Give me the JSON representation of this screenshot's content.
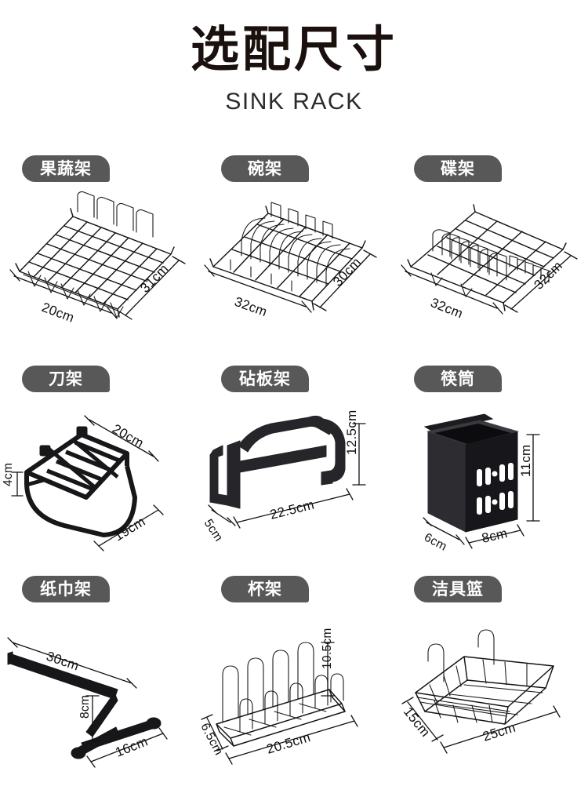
{
  "header": {
    "title": "选配尺寸",
    "subtitle": "SINK RACK"
  },
  "products": [
    {
      "name": "果蔬架",
      "name_en": "fruit-vegetable-rack",
      "dims": {
        "d1": "20cm",
        "d2": "31cm"
      }
    },
    {
      "name": "碗架",
      "name_en": "bowl-rack",
      "dims": {
        "d1": "32cm",
        "d2": "30cm"
      }
    },
    {
      "name": "碟架",
      "name_en": "plate-rack",
      "dims": {
        "d1": "32cm",
        "d2": "32cm"
      }
    },
    {
      "name": "刀架",
      "name_en": "knife-rack",
      "dims": {
        "d1": "20cm",
        "d2": "19cm",
        "d3": "4cm"
      }
    },
    {
      "name": "砧板架",
      "name_en": "cutting-board-rack",
      "dims": {
        "d1": "22.5cm",
        "d2": "12.5cm",
        "d3": "5cm"
      }
    },
    {
      "name": "筷筒",
      "name_en": "chopstick-holder",
      "dims": {
        "d1": "8cm",
        "d2": "6cm",
        "d3": "11cm"
      }
    },
    {
      "name": "纸巾架",
      "name_en": "paper-towel-rack",
      "dims": {
        "d1": "30cm",
        "d2": "8cm",
        "d3": "16cm"
      }
    },
    {
      "name": "杯架",
      "name_en": "cup-rack",
      "dims": {
        "d1": "20.5cm",
        "d2": "10.5cm",
        "d3": "6.5cm"
      }
    },
    {
      "name": "洁具篮",
      "name_en": "cleaning-basket",
      "dims": {
        "d1": "25cm",
        "d2": "15cm"
      }
    }
  ],
  "colors": {
    "badge_bg": "#585858",
    "badge_text": "#ffffff",
    "title": "#1a100e",
    "line": "#141414",
    "background": "#ffffff"
  }
}
